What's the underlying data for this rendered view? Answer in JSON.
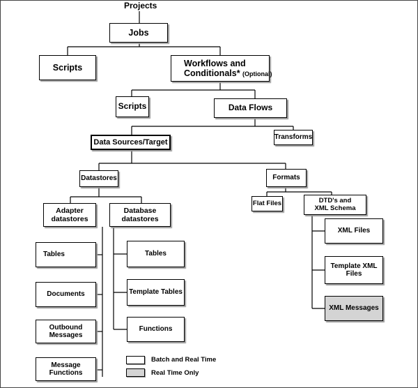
{
  "root_label": "Projects",
  "nodes": {
    "jobs": "Jobs",
    "scripts_top": "Scripts",
    "workflows_line1": "Workflows and",
    "workflows_line2": "Conditionals*",
    "workflows_optional": "(Optional)",
    "scripts_mid": "Scripts",
    "data_flows": "Data Flows",
    "data_sources": "Data Sources/Target",
    "transforms": "Transforms",
    "datastores": "Datastores",
    "formats": "Formats",
    "adapter_datastores": "Adapter datastores",
    "database_datastores": "Database datastores",
    "flat_files": "Flat Files",
    "dtd_xml_schema": "DTD's and XML Schema",
    "adapter_tables": "Tables",
    "adapter_documents": "Documents",
    "adapter_outbound": "Outbound Messages",
    "adapter_message_functions": "Message Functions",
    "db_tables": "Tables",
    "db_template_tables": "Template Tables",
    "db_functions": "Functions",
    "xml_files": "XML Files",
    "template_xml_files": "Template XML Files",
    "xml_messages": "XML Messages"
  },
  "legend": {
    "batch": "Batch and Real Time",
    "realtime": "Real Time Only"
  },
  "colors": {
    "box_fill": "#ffffff",
    "real_time_fill": "#d4d4d4",
    "line": "#000000"
  }
}
